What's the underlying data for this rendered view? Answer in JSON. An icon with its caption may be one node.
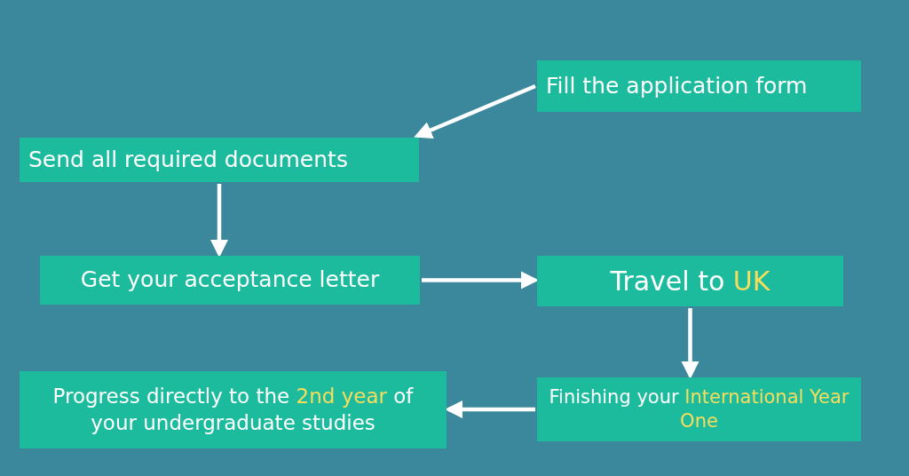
{
  "diagram": {
    "nodes": [
      {
        "text": [
          "Fill the application form"
        ]
      },
      {
        "text": [
          "Send all required documents"
        ]
      },
      {
        "text": [
          "Get your acceptance letter"
        ]
      },
      {
        "text": [
          "Travel to **UK**"
        ]
      },
      {
        "text": [
          "Finishing your **International Year One**"
        ]
      },
      {
        "text": [
          "Progress directly to the **2nd year** of your undergraduate studies"
        ]
      }
    ],
    "edges": [
      {
        "from": 0,
        "to": 1,
        "arrow": "to"
      },
      {
        "from": 1,
        "to": 2,
        "arrow": "to"
      },
      {
        "from": 2,
        "to": 3,
        "arrow": "to"
      },
      {
        "from": 3,
        "to": 4,
        "arrow": "to"
      },
      {
        "from": 4,
        "to": 5,
        "arrow": "to"
      }
    ]
  }
}
